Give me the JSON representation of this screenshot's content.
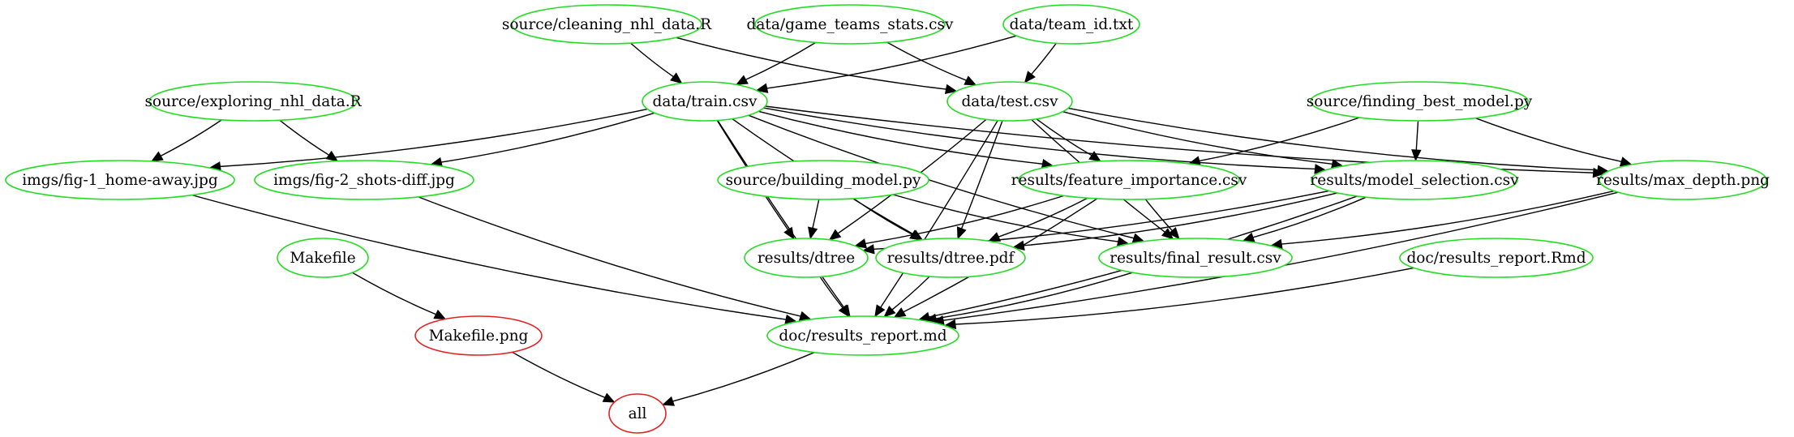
{
  "colors": {
    "normal": "#22dd22",
    "target": "#e32222",
    "edge": "#000000",
    "background": "#ffffff"
  },
  "nodes": [
    {
      "id": "cleaning",
      "label": "source/cleaning_nhl_data.R",
      "color": "normal"
    },
    {
      "id": "game_teams",
      "label": "data/game_teams_stats.csv",
      "color": "normal"
    },
    {
      "id": "team_id",
      "label": "data/team_id.txt",
      "color": "normal"
    },
    {
      "id": "exploring",
      "label": "source/exploring_nhl_data.R",
      "color": "normal"
    },
    {
      "id": "train",
      "label": "data/train.csv",
      "color": "normal"
    },
    {
      "id": "test",
      "label": "data/test.csv",
      "color": "normal"
    },
    {
      "id": "finding",
      "label": "source/finding_best_model.py",
      "color": "normal"
    },
    {
      "id": "fig1",
      "label": "imgs/fig-1_home-away.jpg",
      "color": "normal"
    },
    {
      "id": "fig2",
      "label": "imgs/fig-2_shots-diff.jpg",
      "color": "normal"
    },
    {
      "id": "building",
      "label": "source/building_model.py",
      "color": "normal"
    },
    {
      "id": "feature",
      "label": "results/feature_importance.csv",
      "color": "normal"
    },
    {
      "id": "model_sel",
      "label": "results/model_selection.csv",
      "color": "normal"
    },
    {
      "id": "max_depth",
      "label": "results/max_depth.png",
      "color": "normal"
    },
    {
      "id": "makefile",
      "label": "Makefile",
      "color": "normal"
    },
    {
      "id": "dtree",
      "label": "results/dtree",
      "color": "normal"
    },
    {
      "id": "dtree_pdf",
      "label": "results/dtree.pdf",
      "color": "normal"
    },
    {
      "id": "final",
      "label": "results/final_result.csv",
      "color": "normal"
    },
    {
      "id": "rmd",
      "label": "doc/results_report.Rmd",
      "color": "normal"
    },
    {
      "id": "makefile_png",
      "label": "Makefile.png",
      "color": "target"
    },
    {
      "id": "report_md",
      "label": "doc/results_report.md",
      "color": "normal"
    },
    {
      "id": "all",
      "label": "all",
      "color": "target"
    }
  ],
  "edges": [
    {
      "from": "cleaning",
      "to": "train"
    },
    {
      "from": "cleaning",
      "to": "test"
    },
    {
      "from": "game_teams",
      "to": "train"
    },
    {
      "from": "game_teams",
      "to": "test"
    },
    {
      "from": "team_id",
      "to": "train"
    },
    {
      "from": "team_id",
      "to": "test"
    },
    {
      "from": "exploring",
      "to": "fig1"
    },
    {
      "from": "exploring",
      "to": "fig2"
    },
    {
      "from": "train",
      "to": "fig1"
    },
    {
      "from": "train",
      "to": "fig2"
    },
    {
      "from": "train",
      "to": "feature"
    },
    {
      "from": "train",
      "to": "model_sel"
    },
    {
      "from": "train",
      "to": "max_depth"
    },
    {
      "from": "train",
      "to": "final"
    },
    {
      "from": "train",
      "to": "dtree"
    },
    {
      "from": "train",
      "to": "dtree_pdf"
    },
    {
      "from": "train",
      "to": "report_md"
    },
    {
      "from": "test",
      "to": "feature"
    },
    {
      "from": "test",
      "to": "model_sel"
    },
    {
      "from": "test",
      "to": "max_depth"
    },
    {
      "from": "test",
      "to": "final"
    },
    {
      "from": "test",
      "to": "dtree"
    },
    {
      "from": "test",
      "to": "dtree_pdf"
    },
    {
      "from": "test",
      "to": "report_md"
    },
    {
      "from": "finding",
      "to": "feature"
    },
    {
      "from": "finding",
      "to": "model_sel"
    },
    {
      "from": "finding",
      "to": "max_depth"
    },
    {
      "from": "building",
      "to": "dtree"
    },
    {
      "from": "building",
      "to": "dtree_pdf"
    },
    {
      "from": "building",
      "to": "final"
    },
    {
      "from": "feature",
      "to": "dtree"
    },
    {
      "from": "feature",
      "to": "dtree_pdf"
    },
    {
      "from": "feature",
      "to": "final"
    },
    {
      "from": "feature",
      "to": "report_md"
    },
    {
      "from": "model_sel",
      "to": "dtree"
    },
    {
      "from": "model_sel",
      "to": "dtree_pdf"
    },
    {
      "from": "model_sel",
      "to": "final"
    },
    {
      "from": "model_sel",
      "to": "report_md"
    },
    {
      "from": "max_depth",
      "to": "final"
    },
    {
      "from": "max_depth",
      "to": "report_md"
    },
    {
      "from": "fig1",
      "to": "report_md"
    },
    {
      "from": "fig2",
      "to": "report_md"
    },
    {
      "from": "dtree",
      "to": "report_md"
    },
    {
      "from": "dtree_pdf",
      "to": "report_md"
    },
    {
      "from": "final",
      "to": "report_md"
    },
    {
      "from": "rmd",
      "to": "report_md"
    },
    {
      "from": "makefile",
      "to": "makefile_png"
    },
    {
      "from": "makefile_png",
      "to": "all"
    },
    {
      "from": "report_md",
      "to": "all"
    }
  ]
}
